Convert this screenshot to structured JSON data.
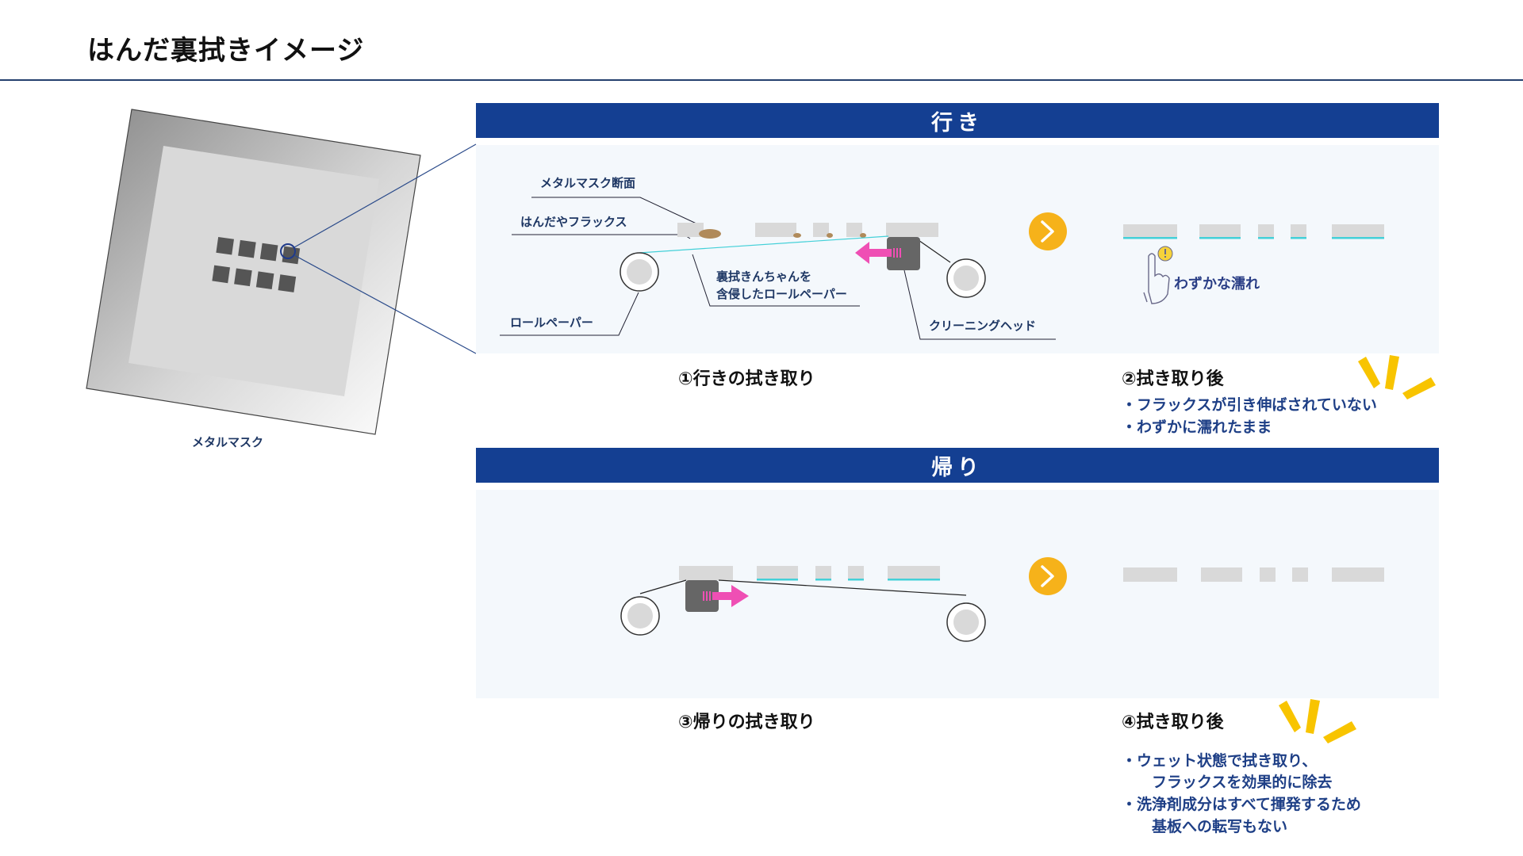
{
  "page": {
    "title": "はんだ裏拭きイメージ"
  },
  "metal_mask": {
    "label": "メタルマスク"
  },
  "outbound": {
    "header": "行き",
    "labels": {
      "cross_section": "メタルマスク断面",
      "solder_flux": "はんだやフラックス",
      "roll_paper": "ロールペーパー",
      "soaked_paper_line1": "裏拭きんちゃんを",
      "soaked_paper_line2": "含侵したロールペーパー",
      "cleaning_head": "クリーニングヘッド",
      "slight_wet": "わずかな濡れ"
    },
    "caption_wipe": "①行きの拭き取り",
    "caption_after": "②拭き取り後",
    "notes": [
      "・フラックスが引き伸ばされていない",
      "・わずかに濡れたまま"
    ]
  },
  "return": {
    "header": "帰り",
    "caption_wipe": "③帰りの拭き取り",
    "caption_after": "④拭き取り後",
    "notes": [
      "・ウェット状態で拭き取り、",
      "フラックスを効果的に除去",
      "・洗浄剤成分はすべて揮発するため",
      "基板への転写もない"
    ]
  },
  "colors": {
    "accent_blue": "#143f92",
    "arrow_yellow": "#f6b21a",
    "spark_yellow": "#f8c400",
    "push_pink": "#ef4fb4",
    "wet_cyan": "#43d0d8",
    "head_gray": "#666666",
    "mask_gray": "#d9d9d9"
  },
  "icons": {
    "next_arrow": "chevron-right-icon",
    "hand": "raised-finger-icon",
    "spark": "spark-lines-icon"
  }
}
